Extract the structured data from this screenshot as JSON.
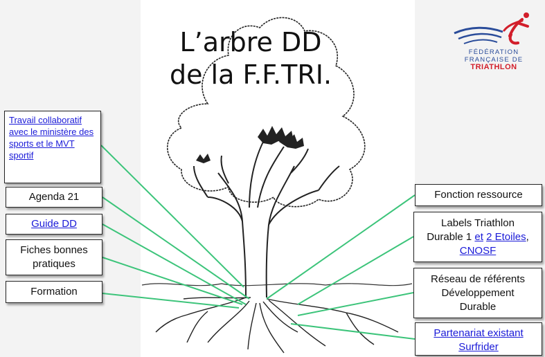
{
  "title": {
    "line1": "L’arbre DD",
    "line2": "de la F.F.TRI."
  },
  "logo": {
    "line1": "FÉDÉRATION",
    "line2": "FRANÇAISE DE",
    "line3": "TRIATHLON",
    "colors": {
      "blue": "#2a4c9a",
      "red": "#d21e2a"
    }
  },
  "left_boxes": {
    "travail": "Travail collaboratif avec le ministère des sports et le MVT sportif",
    "agenda": "Agenda 21",
    "guide": "Guide DD",
    "fiches_1": "Fiches bonnes",
    "fiches_2": "pratiques",
    "formation": "Formation"
  },
  "right_boxes": {
    "fonction": "Fonction ressource",
    "labels_1": "Labels Triathlon",
    "labels_2": "Durable 1 ",
    "labels_et": "et",
    "labels_3": " ",
    "labels_4": "2 Etoiles",
    "labels_5": ",",
    "labels_6": "CNOSF",
    "reseau_1": "Réseau de référents",
    "reseau_2": "Développement",
    "reseau_3": "Durable",
    "partenariat_1": "Partenariat existant",
    "partenariat_2": "Surfrider"
  },
  "colors": {
    "connector": "#3cc47a",
    "link": "#1a1ad8"
  }
}
